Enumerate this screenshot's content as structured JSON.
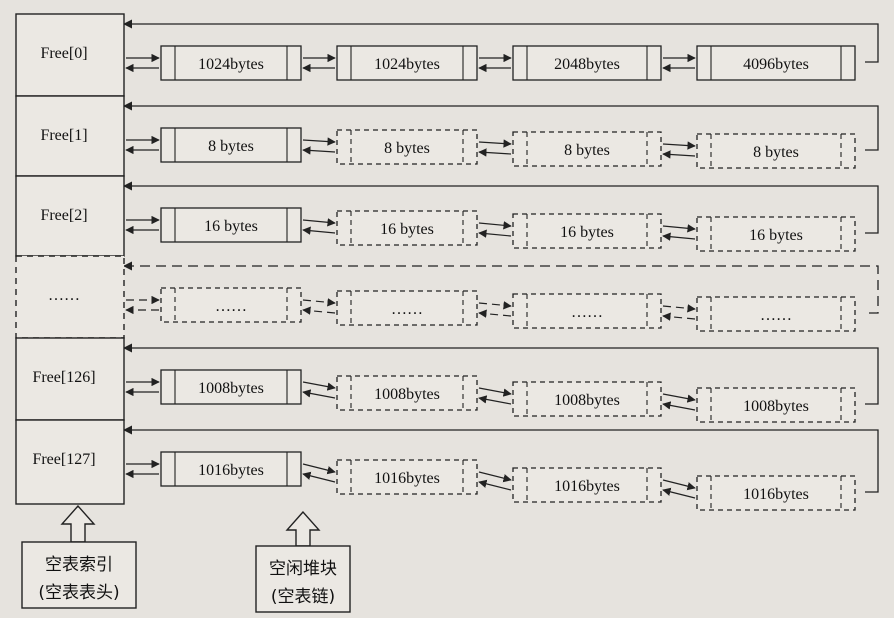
{
  "diagram": {
    "free_list_index": [
      "Free[0]",
      "Free[1]",
      "Free[2]",
      "……",
      "Free[126]",
      "Free[127]"
    ],
    "chains": [
      {
        "index_label": "Free[0]",
        "chunks": [
          "1024bytes",
          "1024bytes",
          "2048bytes",
          "4096bytes"
        ],
        "style": "solid"
      },
      {
        "index_label": "Free[1]",
        "chunks": [
          "8 bytes",
          "8 bytes",
          "8 bytes",
          "8 bytes"
        ],
        "style": "mixed"
      },
      {
        "index_label": "Free[2]",
        "chunks": [
          "16 bytes",
          "16 bytes",
          "16 bytes",
          "16 bytes"
        ],
        "style": "mixed"
      },
      {
        "index_label": "……",
        "chunks": [
          "……",
          "……",
          "……",
          "……"
        ],
        "style": "dashed"
      },
      {
        "index_label": "Free[126]",
        "chunks": [
          "1008bytes",
          "1008bytes",
          "1008bytes",
          "1008bytes"
        ],
        "style": "mixed"
      },
      {
        "index_label": "Free[127]",
        "chunks": [
          "1016bytes",
          "1016bytes",
          "1016bytes",
          "1016bytes"
        ],
        "style": "mixed"
      }
    ],
    "callouts": {
      "index_line1": "空表索引",
      "index_line2": "(空表表头)",
      "chunk_line1": "空闲堆块",
      "chunk_line2": "(空表链)"
    }
  }
}
